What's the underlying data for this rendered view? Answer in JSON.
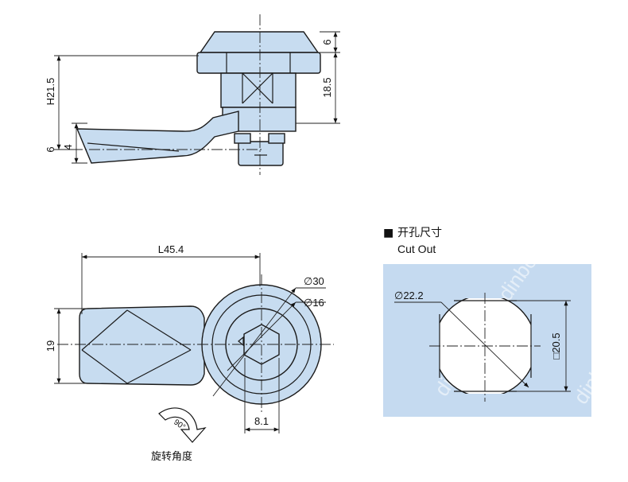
{
  "side_view": {
    "dim_top_cap": "6",
    "dim_body": "18.5",
    "dim_height": "H21.5",
    "dim_tongue_outer": "6",
    "dim_tongue_inner": "4"
  },
  "front_view": {
    "dim_length": "L45.4",
    "dim_width": "19",
    "dim_outer_diameter": "∅30",
    "dim_inner_diameter": "∅16",
    "dim_key_width": "8.1",
    "rotation_angle": "90°",
    "rotation_caption": "旋转角度"
  },
  "cutout": {
    "title_marker": "■",
    "title": "开孔尺寸",
    "subtitle": "Cut Out",
    "dim_diameter": "∅22.2",
    "dim_flat": "□20.5",
    "watermark": "dinbo",
    "panel_color": "#c5daf0"
  }
}
